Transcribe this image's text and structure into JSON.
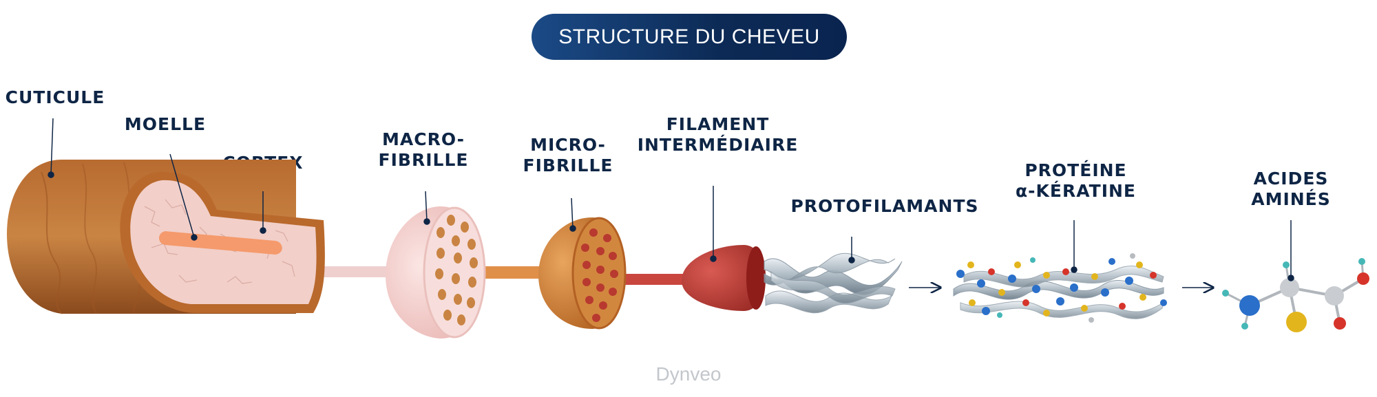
{
  "title": "STRUCTURE DU CHEVEU",
  "labels": {
    "cuticule": "CUTICULE",
    "moelle": "MOELLE",
    "cortex": "CORTEX",
    "macrofibrille": "MACRO-\nFIBRILLE",
    "microfibrille": "MICRO-\nFIBRILLE",
    "filament": "FILAMENT\nINTERMÉDIAIRE",
    "protofilaments": "PROTOFILAMANTS",
    "proteine": "PROTÉINE\nα-KÉRATINE",
    "acides": "ACIDES\nAMINÉS"
  },
  "watermark": "Dynveo",
  "colors": {
    "title_pill": "#0c2a55",
    "label_text": "#0e2545",
    "cortex_brown": "#b9692c",
    "cortex_interior": "#f2cfc9",
    "moelle_orange": "#f59a6c",
    "macro_pink": "#f2c7c5",
    "micro_orange": "#c9772f",
    "filament_red": "#c0433e",
    "helix_grey": "#a9b6c0",
    "atom_blue": "#2a6fc9",
    "atom_yellow": "#e3b51d",
    "atom_red": "#d6342a",
    "atom_teal": "#46b7b7",
    "atom_grey": "#b8bcc0"
  },
  "icons": [
    "arrow-right-icon",
    "arrow-right-icon"
  ]
}
